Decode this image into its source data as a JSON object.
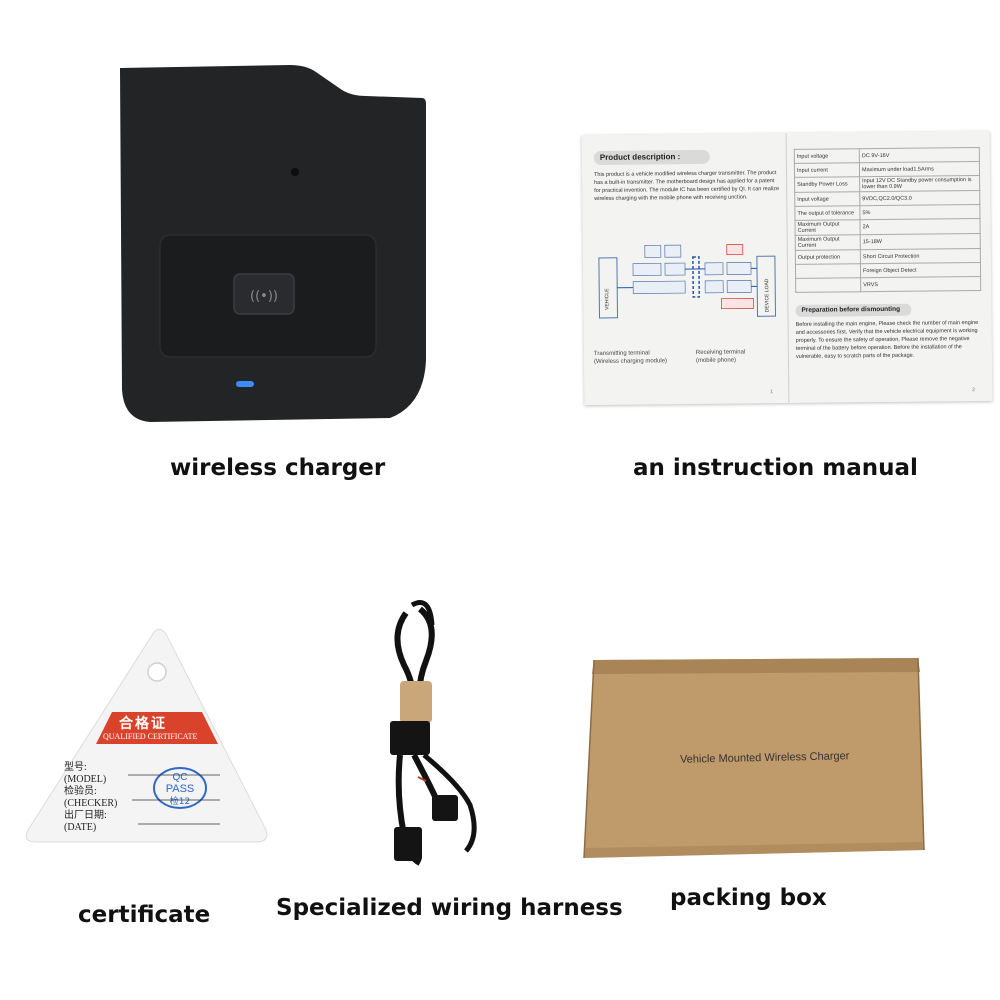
{
  "captions": {
    "charger": "wireless charger",
    "manual": "an instruction manual",
    "certificate": "certificate",
    "harness": "Specialized wiring harness",
    "box": "packing box"
  },
  "manual": {
    "product_description_title": "Product description :",
    "product_description_text": "This product is a vehicle modified wireless charger transmitter. The product has a built-in transmitter. The motherboard design has applied for a patent for practical invention. The module IC has been certified by QI. It can realize wireless charging with the mobile phone with receiving unction.",
    "specs": [
      [
        "Input voltage",
        "DC 9V-16V"
      ],
      [
        "Input current",
        "Maximum under load1.5Arms"
      ],
      [
        "Standby Power Loss",
        "Input 12V DC Standby power consumption is lower than 0.9W"
      ],
      [
        "Input voltage",
        "9VDC,QC2.0/QC3.0"
      ],
      [
        "The output of tolerance",
        "5%"
      ],
      [
        "Maximum Output Current",
        "2A"
      ],
      [
        "Maximum Output Current",
        "15-18W"
      ],
      [
        "Output protection",
        "Short Circuit Protection"
      ],
      [
        "",
        "Foreign Object Detect"
      ],
      [
        "",
        "VRVS"
      ]
    ],
    "prep_title": "Preparation before dismounting",
    "prep_text": "Before installing the main engine, Please check the number of main engine and accessories first, Verify that the vehicle electrical equipment is working properly. To ensure the safety of operation, Please remove the negative terminal of the battery before operation. Before the installation of the vulnerable, easy to scratch parts of the package.",
    "transmitting_terminal": "Transmitting terminal",
    "transmitting_sub": "(Wireless charging module)",
    "receiving_terminal": "Receiving terminal",
    "receiving_sub": "(mobile phone)",
    "vehicle_label": "VEHICLE",
    "device_label": "DEVICE LOAD",
    "page_left": "1",
    "page_right": "2"
  },
  "certificate": {
    "title_cn": "合格证",
    "title_en": "QUALIFIED CERTIFICATE",
    "model_cn": "型号:",
    "model_en": "(MODEL)",
    "checker_cn": "检验员:",
    "checker_en": "(CHECKER)",
    "date_cn": "出厂日期:",
    "date_en": "(DATE)",
    "stamp_top": "QC",
    "stamp_mid": "PASS",
    "stamp_bot": "检12"
  },
  "box": {
    "label": "Vehicle Mounted Wireless Charger"
  },
  "colors": {
    "charger": "#232426",
    "charger_pad": "#1b1c1e",
    "led": "#3d8cff",
    "cert_red": "#d9432c",
    "stamp_blue": "#2d68c8",
    "box_kraft": "#bf9a6a",
    "box_dark": "#a98456"
  }
}
